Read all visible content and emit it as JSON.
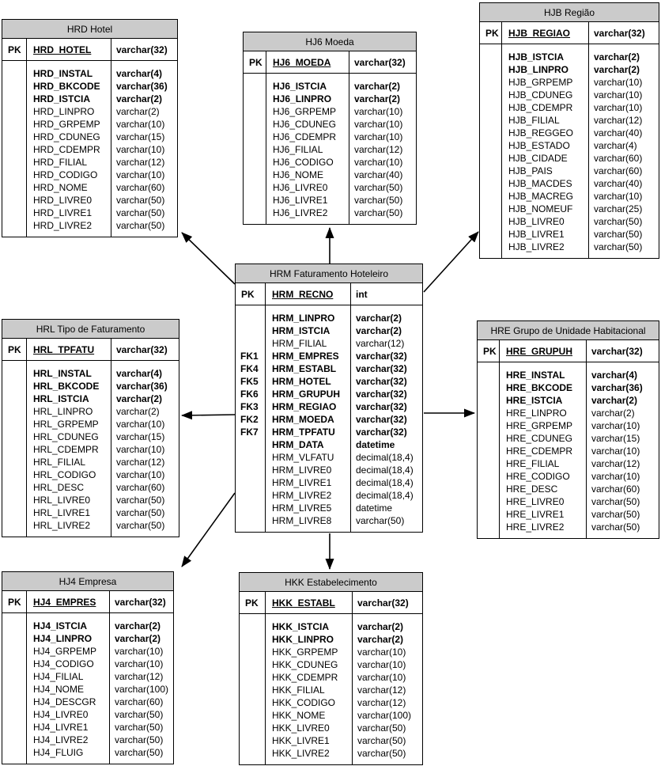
{
  "diagram": {
    "type": "database-er-diagram",
    "colors": {
      "table_header_bg": "#cbcbcb",
      "table_border": "#000000",
      "arrow": "#000000",
      "background": "#ffffff"
    },
    "center_table": "HRM Faturamento Hoteleiro",
    "relationships": [
      {
        "from": "HRM Faturamento Hoteleiro",
        "to": "HRD Hotel"
      },
      {
        "from": "HRM Faturamento Hoteleiro",
        "to": "HJ6 Moeda"
      },
      {
        "from": "HRM Faturamento Hoteleiro",
        "to": "HJB Região"
      },
      {
        "from": "HRM Faturamento Hoteleiro",
        "to": "HRL Tipo de Faturamento"
      },
      {
        "from": "HRM Faturamento Hoteleiro",
        "to": "HRE Grupo de Unidade Habitacional"
      },
      {
        "from": "HRM Faturamento Hoteleiro",
        "to": "HJ4 Empresa"
      },
      {
        "from": "HRM Faturamento Hoteleiro",
        "to": "HKK Estabelecimento"
      }
    ],
    "tables": [
      {
        "id": "hrd-hotel",
        "title": "HRD Hotel",
        "pk_label": "PK",
        "pk": {
          "name": "HRD_HOTEL",
          "type": "varchar(32)"
        },
        "fields": [
          {
            "fk": "",
            "name": "HRD_INSTAL",
            "type": "varchar(4)",
            "bold": true
          },
          {
            "fk": "",
            "name": "HRD_BKCODE",
            "type": "varchar(36)",
            "bold": true
          },
          {
            "fk": "",
            "name": "HRD_ISTCIA",
            "type": "varchar(2)",
            "bold": true
          },
          {
            "fk": "",
            "name": "HRD_LINPRO",
            "type": "varchar(2)",
            "bold": false
          },
          {
            "fk": "",
            "name": "HRD_GRPEMP",
            "type": "varchar(10)",
            "bold": false
          },
          {
            "fk": "",
            "name": "HRD_CDUNEG",
            "type": "varchar(15)",
            "bold": false
          },
          {
            "fk": "",
            "name": "HRD_CDEMPR",
            "type": "varchar(10)",
            "bold": false
          },
          {
            "fk": "",
            "name": "HRD_FILIAL",
            "type": "varchar(12)",
            "bold": false
          },
          {
            "fk": "",
            "name": "HRD_CODIGO",
            "type": "varchar(10)",
            "bold": false
          },
          {
            "fk": "",
            "name": "HRD_NOME",
            "type": "varchar(60)",
            "bold": false
          },
          {
            "fk": "",
            "name": "HRD_LIVRE0",
            "type": "varchar(50)",
            "bold": false
          },
          {
            "fk": "",
            "name": "HRD_LIVRE1",
            "type": "varchar(50)",
            "bold": false
          },
          {
            "fk": "",
            "name": "HRD_LIVRE2",
            "type": "varchar(50)",
            "bold": false
          }
        ]
      },
      {
        "id": "hj6-moeda",
        "title": "HJ6 Moeda",
        "pk_label": "PK",
        "pk": {
          "name": "HJ6_MOEDA",
          "type": "varchar(32)"
        },
        "fields": [
          {
            "fk": "",
            "name": "HJ6_ISTCIA",
            "type": "varchar(2)",
            "bold": true
          },
          {
            "fk": "",
            "name": "HJ6_LINPRO",
            "type": "varchar(2)",
            "bold": true
          },
          {
            "fk": "",
            "name": "HJ6_GRPEMP",
            "type": "varchar(10)",
            "bold": false
          },
          {
            "fk": "",
            "name": "HJ6_CDUNEG",
            "type": "varchar(10)",
            "bold": false
          },
          {
            "fk": "",
            "name": "HJ6_CDEMPR",
            "type": "varchar(10)",
            "bold": false
          },
          {
            "fk": "",
            "name": "HJ6_FILIAL",
            "type": "varchar(12)",
            "bold": false
          },
          {
            "fk": "",
            "name": "HJ6_CODIGO",
            "type": "varchar(10)",
            "bold": false
          },
          {
            "fk": "",
            "name": "HJ6_NOME",
            "type": "varchar(40)",
            "bold": false
          },
          {
            "fk": "",
            "name": "HJ6_LIVRE0",
            "type": "varchar(50)",
            "bold": false
          },
          {
            "fk": "",
            "name": "HJ6_LIVRE1",
            "type": "varchar(50)",
            "bold": false
          },
          {
            "fk": "",
            "name": "HJ6_LIVRE2",
            "type": "varchar(50)",
            "bold": false
          }
        ]
      },
      {
        "id": "hjb-regiao",
        "title": "HJB Região",
        "pk_label": "PK",
        "pk": {
          "name": "HJB_REGIAO",
          "type": "varchar(32)"
        },
        "fields": [
          {
            "fk": "",
            "name": "HJB_ISTCIA",
            "type": "varchar(2)",
            "bold": true
          },
          {
            "fk": "",
            "name": "HJB_LINPRO",
            "type": "varchar(2)",
            "bold": true
          },
          {
            "fk": "",
            "name": "HJB_GRPEMP",
            "type": "varchar(10)",
            "bold": false
          },
          {
            "fk": "",
            "name": "HJB_CDUNEG",
            "type": "varchar(10)",
            "bold": false
          },
          {
            "fk": "",
            "name": "HJB_CDEMPR",
            "type": "varchar(10)",
            "bold": false
          },
          {
            "fk": "",
            "name": "HJB_FILIAL",
            "type": "varchar(12)",
            "bold": false
          },
          {
            "fk": "",
            "name": "HJB_REGGEO",
            "type": "varchar(40)",
            "bold": false
          },
          {
            "fk": "",
            "name": "HJB_ESTADO",
            "type": "varchar(4)",
            "bold": false
          },
          {
            "fk": "",
            "name": "HJB_CIDADE",
            "type": "varchar(60)",
            "bold": false
          },
          {
            "fk": "",
            "name": "HJB_PAIS",
            "type": "varchar(60)",
            "bold": false
          },
          {
            "fk": "",
            "name": "HJB_MACDES",
            "type": "varchar(40)",
            "bold": false
          },
          {
            "fk": "",
            "name": "HJB_MACREG",
            "type": "varchar(10)",
            "bold": false
          },
          {
            "fk": "",
            "name": "HJB_NOMEUF",
            "type": "varchar(25)",
            "bold": false
          },
          {
            "fk": "",
            "name": "HJB_LIVRE0",
            "type": "varchar(50)",
            "bold": false
          },
          {
            "fk": "",
            "name": "HJB_LIVRE1",
            "type": "varchar(50)",
            "bold": false
          },
          {
            "fk": "",
            "name": "HJB_LIVRE2",
            "type": "varchar(50)",
            "bold": false
          }
        ]
      },
      {
        "id": "hrm-faturamento-hoteleiro",
        "title": "HRM Faturamento Hoteleiro",
        "pk_label": "PK",
        "pk": {
          "name": "HRM_RECNO",
          "type": "int"
        },
        "fields": [
          {
            "fk": "",
            "name": "HRM_LINPRO",
            "type": "varchar(2)",
            "bold": true
          },
          {
            "fk": "",
            "name": "HRM_ISTCIA",
            "type": "varchar(2)",
            "bold": true
          },
          {
            "fk": "",
            "name": "HRM_FILIAL",
            "type": "varchar(12)",
            "bold": false
          },
          {
            "fk": "FK1",
            "name": "HRM_EMPRES",
            "type": "varchar(32)",
            "bold": true
          },
          {
            "fk": "FK4",
            "name": "HRM_ESTABL",
            "type": "varchar(32)",
            "bold": true
          },
          {
            "fk": "FK5",
            "name": "HRM_HOTEL",
            "type": "varchar(32)",
            "bold": true
          },
          {
            "fk": "FK6",
            "name": "HRM_GRUPUH",
            "type": "varchar(32)",
            "bold": true
          },
          {
            "fk": "FK3",
            "name": "HRM_REGIAO",
            "type": "varchar(32)",
            "bold": true
          },
          {
            "fk": "FK2",
            "name": "HRM_MOEDA",
            "type": "varchar(32)",
            "bold": true
          },
          {
            "fk": "FK7",
            "name": "HRM_TPFATU",
            "type": "varchar(32)",
            "bold": true
          },
          {
            "fk": "",
            "name": "HRM_DATA",
            "type": "datetime",
            "bold": true
          },
          {
            "fk": "",
            "name": "HRM_VLFATU",
            "type": "decimal(18,4)",
            "bold": false
          },
          {
            "fk": "",
            "name": "HRM_LIVRE0",
            "type": "decimal(18,4)",
            "bold": false
          },
          {
            "fk": "",
            "name": "HRM_LIVRE1",
            "type": "decimal(18,4)",
            "bold": false
          },
          {
            "fk": "",
            "name": "HRM_LIVRE2",
            "type": "decimal(18,4)",
            "bold": false
          },
          {
            "fk": "",
            "name": "HRM_LIVRE5",
            "type": "datetime",
            "bold": false
          },
          {
            "fk": "",
            "name": "HRM_LIVRE8",
            "type": "varchar(50)",
            "bold": false
          }
        ]
      },
      {
        "id": "hrl-tipo-de-faturamento",
        "title": "HRL Tipo de Faturamento",
        "pk_label": "PK",
        "pk": {
          "name": "HRL_TPFATU",
          "type": "varchar(32)"
        },
        "fields": [
          {
            "fk": "",
            "name": "HRL_INSTAL",
            "type": "varchar(4)",
            "bold": true
          },
          {
            "fk": "",
            "name": "HRL_BKCODE",
            "type": "varchar(36)",
            "bold": true
          },
          {
            "fk": "",
            "name": "HRL_ISTCIA",
            "type": "varchar(2)",
            "bold": true
          },
          {
            "fk": "",
            "name": "HRL_LINPRO",
            "type": "varchar(2)",
            "bold": false
          },
          {
            "fk": "",
            "name": "HRL_GRPEMP",
            "type": "varchar(10)",
            "bold": false
          },
          {
            "fk": "",
            "name": "HRL_CDUNEG",
            "type": "varchar(15)",
            "bold": false
          },
          {
            "fk": "",
            "name": "HRL_CDEMPR",
            "type": "varchar(10)",
            "bold": false
          },
          {
            "fk": "",
            "name": "HRL_FILIAL",
            "type": "varchar(12)",
            "bold": false
          },
          {
            "fk": "",
            "name": "HRL_CODIGO",
            "type": "varchar(10)",
            "bold": false
          },
          {
            "fk": "",
            "name": "HRL_DESC",
            "type": "varchar(60)",
            "bold": false
          },
          {
            "fk": "",
            "name": "HRL_LIVRE0",
            "type": "varchar(50)",
            "bold": false
          },
          {
            "fk": "",
            "name": "HRL_LIVRE1",
            "type": "varchar(50)",
            "bold": false
          },
          {
            "fk": "",
            "name": "HRL_LIVRE2",
            "type": "varchar(50)",
            "bold": false
          }
        ]
      },
      {
        "id": "hre-grupo-de-unidade-habitacional",
        "title": "HRE Grupo de Unidade Habitacional",
        "pk_label": "PK",
        "pk": {
          "name": "HRE_GRUPUH",
          "type": "varchar(32)"
        },
        "fields": [
          {
            "fk": "",
            "name": "HRE_INSTAL",
            "type": "varchar(4)",
            "bold": true
          },
          {
            "fk": "",
            "name": "HRE_BKCODE",
            "type": "varchar(36)",
            "bold": true
          },
          {
            "fk": "",
            "name": "HRE_ISTCIA",
            "type": "varchar(2)",
            "bold": true
          },
          {
            "fk": "",
            "name": "HRE_LINPRO",
            "type": "varchar(2)",
            "bold": false
          },
          {
            "fk": "",
            "name": "HRE_GRPEMP",
            "type": "varchar(10)",
            "bold": false
          },
          {
            "fk": "",
            "name": "HRE_CDUNEG",
            "type": "varchar(15)",
            "bold": false
          },
          {
            "fk": "",
            "name": "HRE_CDEMPR",
            "type": "varchar(10)",
            "bold": false
          },
          {
            "fk": "",
            "name": "HRE_FILIAL",
            "type": "varchar(12)",
            "bold": false
          },
          {
            "fk": "",
            "name": "HRE_CODIGO",
            "type": "varchar(10)",
            "bold": false
          },
          {
            "fk": "",
            "name": "HRE_DESC",
            "type": "varchar(60)",
            "bold": false
          },
          {
            "fk": "",
            "name": "HRE_LIVRE0",
            "type": "varchar(50)",
            "bold": false
          },
          {
            "fk": "",
            "name": "HRE_LIVRE1",
            "type": "varchar(50)",
            "bold": false
          },
          {
            "fk": "",
            "name": "HRE_LIVRE2",
            "type": "varchar(50)",
            "bold": false
          }
        ]
      },
      {
        "id": "hj4-empresa",
        "title": "HJ4 Empresa",
        "pk_label": "PK",
        "pk": {
          "name": "HJ4_EMPRES",
          "type": "varchar(32)"
        },
        "fields": [
          {
            "fk": "",
            "name": "HJ4_ISTCIA",
            "type": "varchar(2)",
            "bold": true
          },
          {
            "fk": "",
            "name": "HJ4_LINPRO",
            "type": "varchar(2)",
            "bold": true
          },
          {
            "fk": "",
            "name": "HJ4_GRPEMP",
            "type": "varchar(10)",
            "bold": false
          },
          {
            "fk": "",
            "name": "HJ4_CODIGO",
            "type": "varchar(10)",
            "bold": false
          },
          {
            "fk": "",
            "name": "HJ4_FILIAL",
            "type": "varchar(12)",
            "bold": false
          },
          {
            "fk": "",
            "name": "HJ4_NOME",
            "type": "varchar(100)",
            "bold": false
          },
          {
            "fk": "",
            "name": "HJ4_DESCGR",
            "type": "varchar(60)",
            "bold": false
          },
          {
            "fk": "",
            "name": "HJ4_LIVRE0",
            "type": "varchar(50)",
            "bold": false
          },
          {
            "fk": "",
            "name": "HJ4_LIVRE1",
            "type": "varchar(50)",
            "bold": false
          },
          {
            "fk": "",
            "name": "HJ4_LIVRE2",
            "type": "varchar(50)",
            "bold": false
          },
          {
            "fk": "",
            "name": "HJ4_FLUIG",
            "type": "varchar(50)",
            "bold": false
          }
        ]
      },
      {
        "id": "hkk-estabelecimento",
        "title": "HKK Estabelecimento",
        "pk_label": "PK",
        "pk": {
          "name": "HKK_ESTABL",
          "type": "varchar(32)"
        },
        "fields": [
          {
            "fk": "",
            "name": "HKK_ISTCIA",
            "type": "varchar(2)",
            "bold": true
          },
          {
            "fk": "",
            "name": "HKK_LINPRO",
            "type": "varchar(2)",
            "bold": true
          },
          {
            "fk": "",
            "name": "HKK_GRPEMP",
            "type": "varchar(10)",
            "bold": false
          },
          {
            "fk": "",
            "name": "HKK_CDUNEG",
            "type": "varchar(10)",
            "bold": false
          },
          {
            "fk": "",
            "name": "HKK_CDEMPR",
            "type": "varchar(10)",
            "bold": false
          },
          {
            "fk": "",
            "name": "HKK_FILIAL",
            "type": "varchar(12)",
            "bold": false
          },
          {
            "fk": "",
            "name": "HKK_CODIGO",
            "type": "varchar(12)",
            "bold": false
          },
          {
            "fk": "",
            "name": "HKK_NOME",
            "type": "varchar(100)",
            "bold": false
          },
          {
            "fk": "",
            "name": "HKK_LIVRE0",
            "type": "varchar(50)",
            "bold": false
          },
          {
            "fk": "",
            "name": "HKK_LIVRE1",
            "type": "varchar(50)",
            "bold": false
          },
          {
            "fk": "",
            "name": "HKK_LIVRE2",
            "type": "varchar(50)",
            "bold": false
          }
        ]
      }
    ]
  }
}
